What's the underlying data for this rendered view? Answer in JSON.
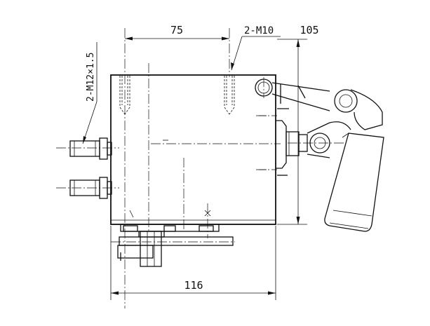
{
  "dimensions": {
    "top_width": "75",
    "top_thread": "2-M10",
    "height": "105",
    "side_thread": "2-M12×1.5",
    "bottom_width": "116"
  },
  "colors": {
    "line": "#111111",
    "background": "#ffffff"
  }
}
